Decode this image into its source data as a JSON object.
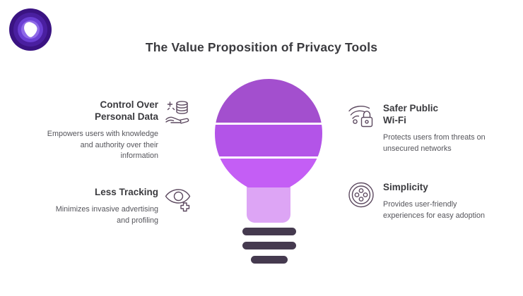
{
  "title": "The Value Proposition of Privacy Tools",
  "logo": {
    "name": "brand-logo",
    "ring_outer": "#3a1382",
    "ring_mid": "#4a1fa0",
    "ring_inner": "#6b3fd4",
    "ring_core": "#8f6ae8",
    "mark": "#ffffff"
  },
  "colors": {
    "title": "#3b3b3f",
    "heading": "#3b3b3f",
    "body": "#55555b",
    "icon_line": "#5d4a60",
    "bulb_top": "#a34fce",
    "bulb_mid": "#b354e8",
    "bulb_bottom": "#c45ef5",
    "bulb_neck": "#dda5f5",
    "bulb_thread": "#453a4f"
  },
  "bulb": {
    "name": "lightbulb-illustration",
    "bands": [
      "bulb-band-top",
      "bulb-band-middle",
      "bulb-band-bottom"
    ],
    "neck": "bulb-neck",
    "threads": 3
  },
  "features": {
    "left": [
      {
        "icon": "database-hand-icon",
        "title": "Control Over\nPersonal Data",
        "title_lines": [
          "Control Over",
          "Personal Data"
        ],
        "desc": "Empowers users with knowledge and authority over their information"
      },
      {
        "icon": "eye-plus-icon",
        "title": "Less Tracking",
        "title_lines": [
          "Less Tracking"
        ],
        "desc": "Minimizes invasive advertising and profiling"
      }
    ],
    "right": [
      {
        "icon": "wifi-lock-icon",
        "title": "Safer Public\nWi-Fi",
        "title_lines": [
          "Safer Public",
          "Wi-Fi"
        ],
        "desc": "Protects users from threats on unsecured networks"
      },
      {
        "icon": "button-knob-icon",
        "title": "Simplicity",
        "title_lines": [
          "Simplicity"
        ],
        "desc": "Provides user-friendly experiences for easy adoption"
      }
    ]
  }
}
